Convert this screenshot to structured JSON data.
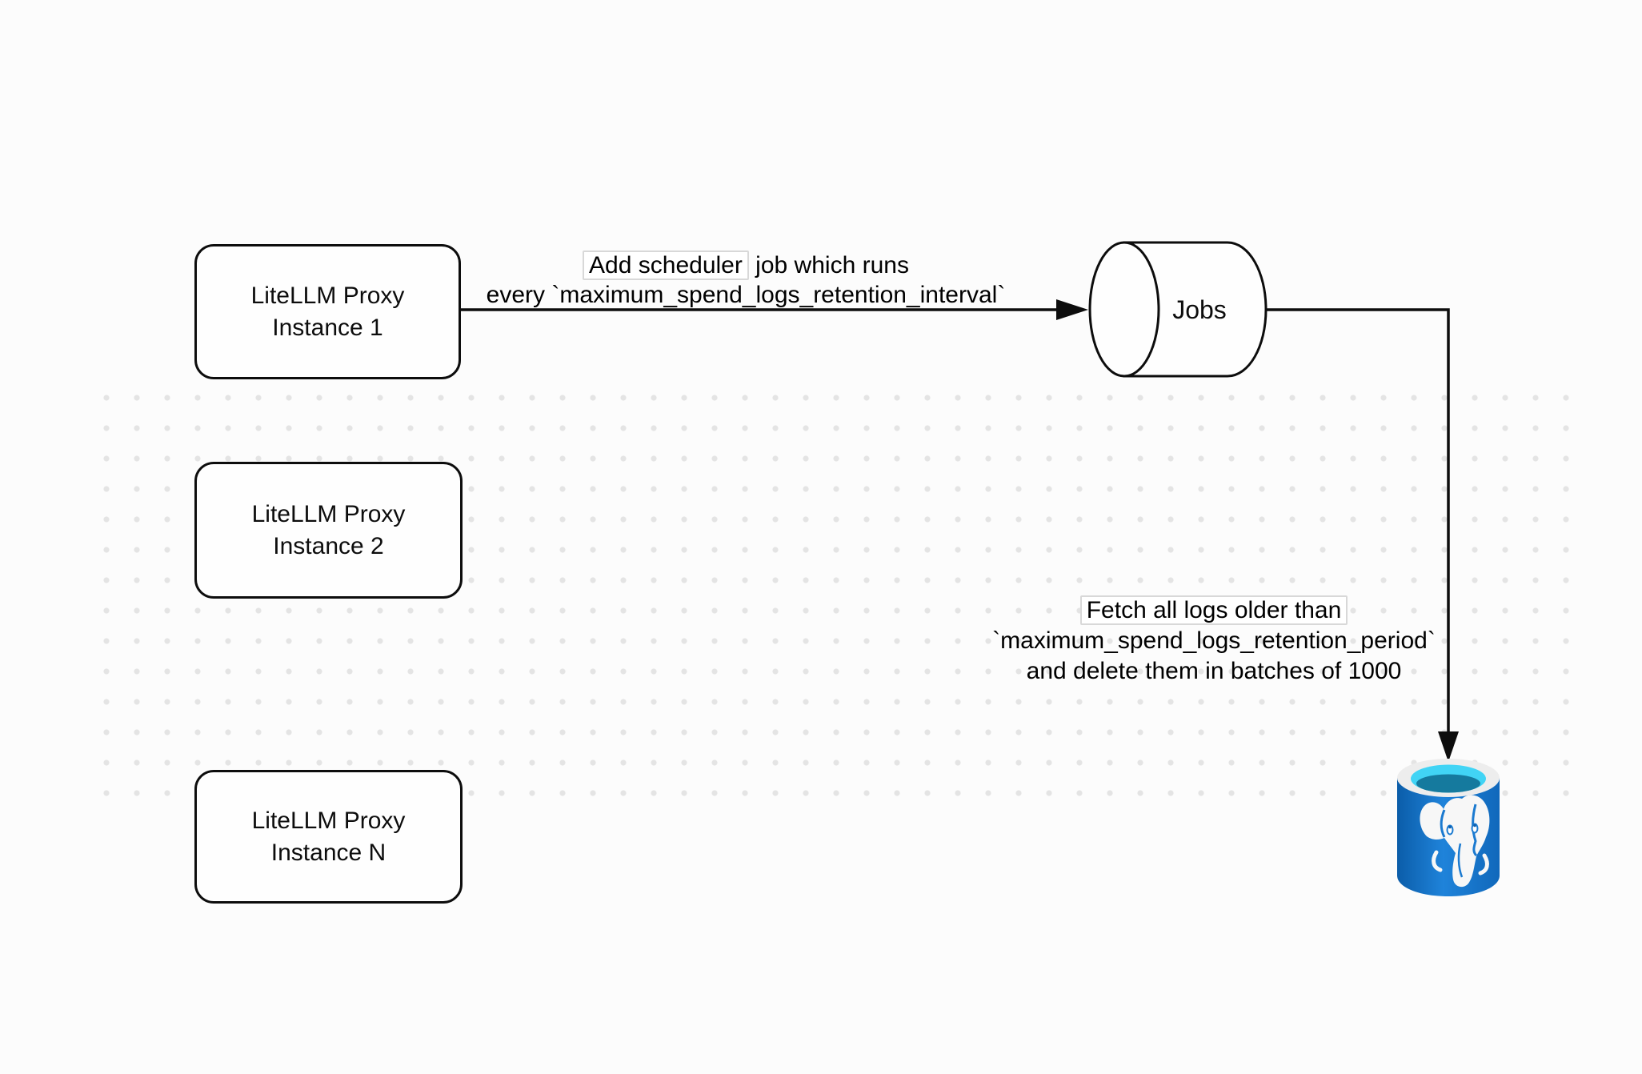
{
  "diagram": {
    "nodes": {
      "proxy_instance_1": {
        "line1": "LiteLLM Proxy",
        "line2": "Instance 1"
      },
      "proxy_instance_2": {
        "line1": "LiteLLM Proxy",
        "line2": "Instance 2"
      },
      "proxy_instance_n": {
        "line1": "LiteLLM Proxy",
        "line2": "Instance N"
      },
      "jobs_queue": {
        "label": "Jobs"
      }
    },
    "edge_labels": {
      "scheduler": {
        "line1_boxed": "Add scheduler",
        "line1_rest": " job which runs",
        "line2": "every `maximum_spend_logs_retention_interval`"
      },
      "fetch_delete": {
        "line1": "Fetch all logs older than",
        "line2": "`maximum_spend_logs_retention_period`",
        "line3": "and delete them in batches of 1000"
      }
    },
    "icons": {
      "postgres_database_icon": "postgresql-elephant-database-cylinder"
    },
    "colors": {
      "stroke": "#0d0d0d",
      "pg_body_dark": "#0b5da9",
      "pg_body_light": "#1f83da",
      "pg_body_mid": "#1068bb",
      "pg_rim": "#ededed",
      "pg_water_light": "#41d4f5",
      "pg_water_dark": "#157a9e",
      "pg_elephant": "#f7f7f7",
      "pg_detail_blue": "#1b7ad0"
    }
  }
}
